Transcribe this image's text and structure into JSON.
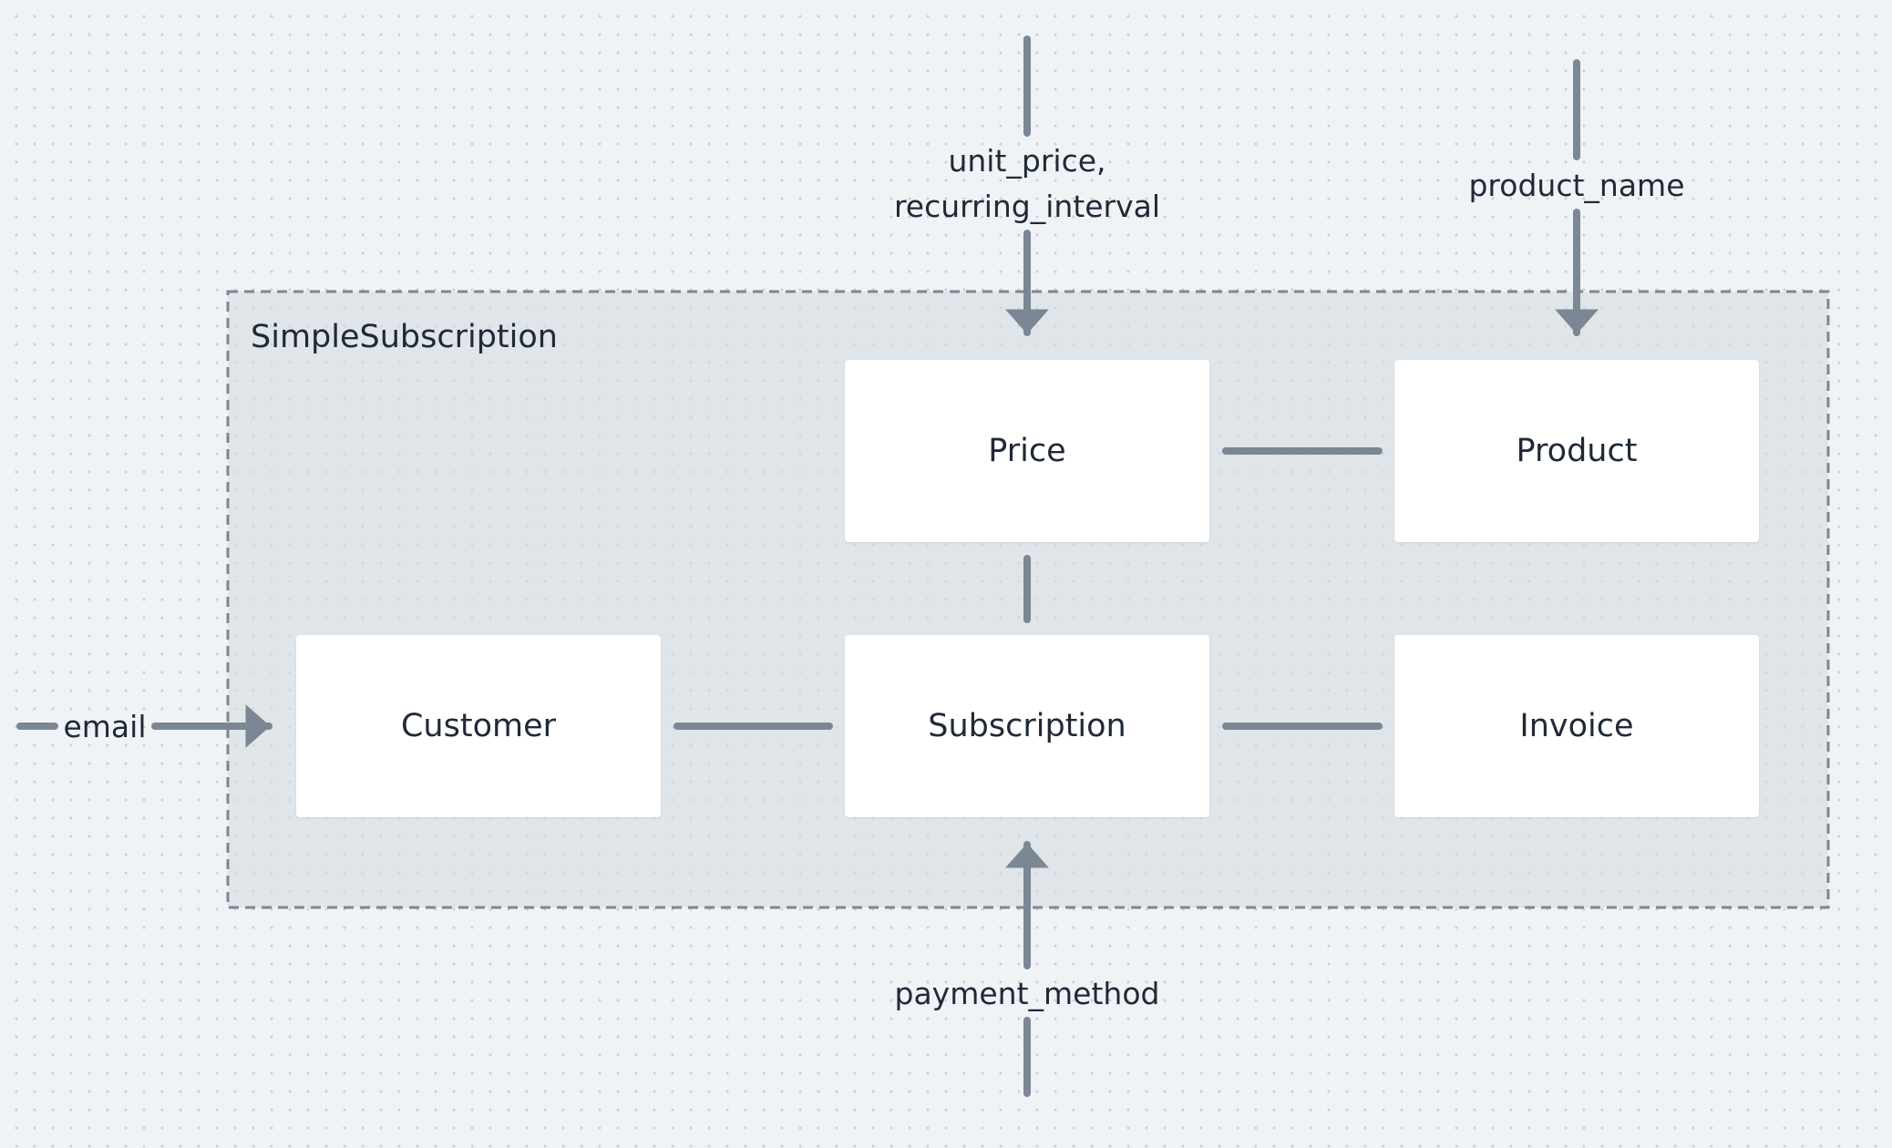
{
  "diagram": {
    "group_title": "SimpleSubscription",
    "entities": {
      "price": "Price",
      "product": "Product",
      "customer": "Customer",
      "subscription": "Subscription",
      "invoice": "Invoice"
    },
    "inputs": {
      "unit_price": "unit_price,",
      "recurring_interval": "recurring_interval",
      "product_name": "product_name",
      "email": "email",
      "payment_method": "payment_method"
    },
    "colors": {
      "background": "#eff3f6",
      "group_fill": "#dde0e4",
      "group_border": "#7b8794",
      "connector": "#7b8794",
      "entity_fill": "#ffffff",
      "text": "#1f2937"
    }
  }
}
